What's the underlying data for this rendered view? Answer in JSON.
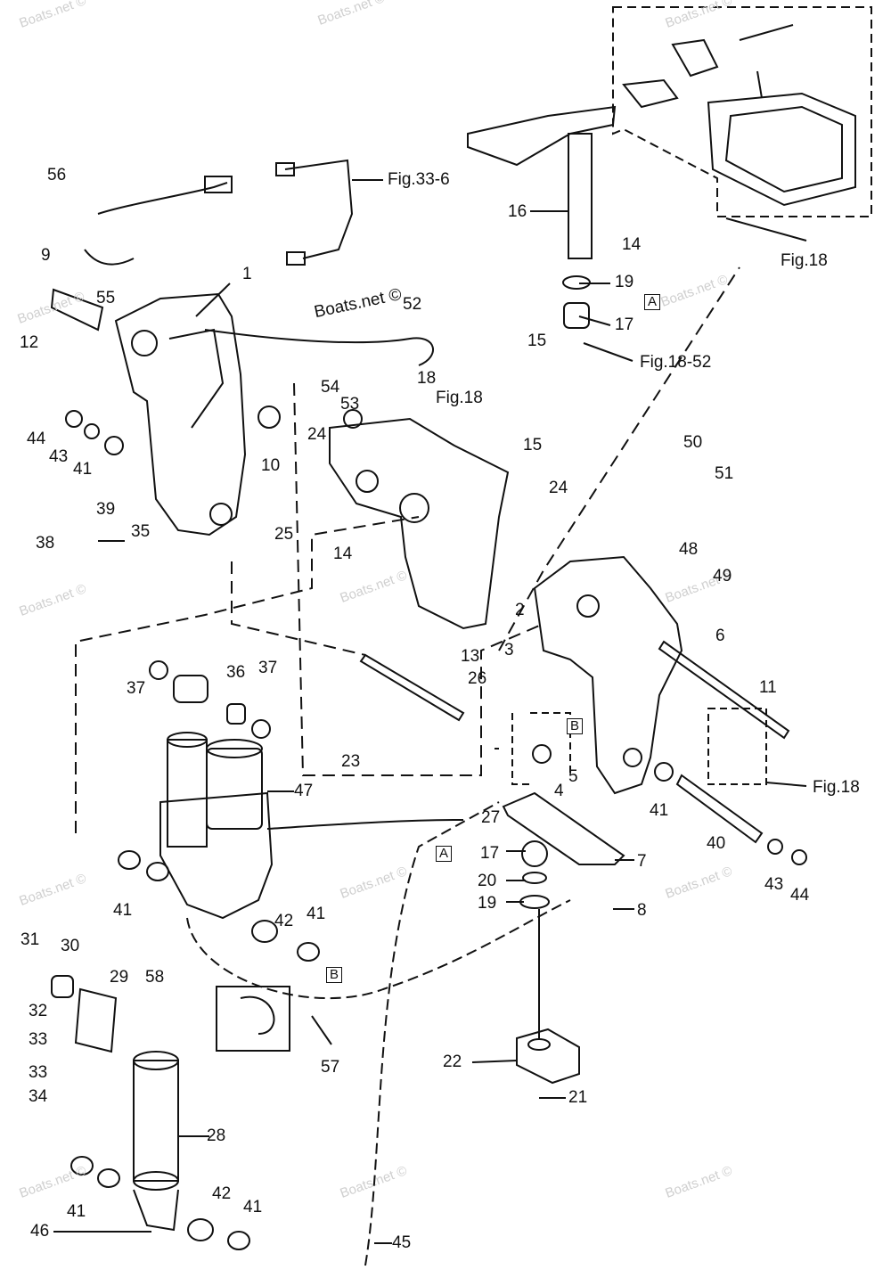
{
  "watermarks": [
    "Boats.net ©",
    "Boats.net ©",
    "Boats.net ©",
    "Boats.net ©",
    "Boats.net ©",
    "Boats.net ©",
    "Boats.net ©",
    "Boats.net ©",
    "Boats.net ©",
    "Boats.net ©",
    "Boats.net ©",
    "Boats.net ©",
    "Boats.net ©",
    "Boats.net ©"
  ],
  "copyright": "Boats.net ©",
  "fig_refs": [
    "Fig.33-6",
    "Fig.18",
    "Fig.18-52",
    "Fig.18",
    "Fig.18"
  ],
  "box_refs": [
    "A",
    "A",
    "B",
    "B"
  ],
  "callouts": [
    "56",
    "9",
    "55",
    "12",
    "1",
    "52",
    "10",
    "54",
    "53",
    "18",
    "24",
    "44",
    "43",
    "41",
    "38",
    "39",
    "35",
    "25",
    "14",
    "16",
    "19",
    "17",
    "14",
    "15",
    "15",
    "24",
    "13",
    "2",
    "3",
    "6",
    "50",
    "51",
    "48",
    "49",
    "11",
    "26",
    "37",
    "36",
    "37",
    "23",
    "47",
    "27",
    "4",
    "5",
    "41",
    "40",
    "43",
    "44",
    "41",
    "42",
    "41",
    "58",
    "17",
    "20",
    "19",
    "7",
    "8",
    "31",
    "30",
    "29",
    "32",
    "33",
    "33",
    "34",
    "57",
    "22",
    "21",
    "28",
    "41",
    "42",
    "41",
    "45",
    "46"
  ]
}
